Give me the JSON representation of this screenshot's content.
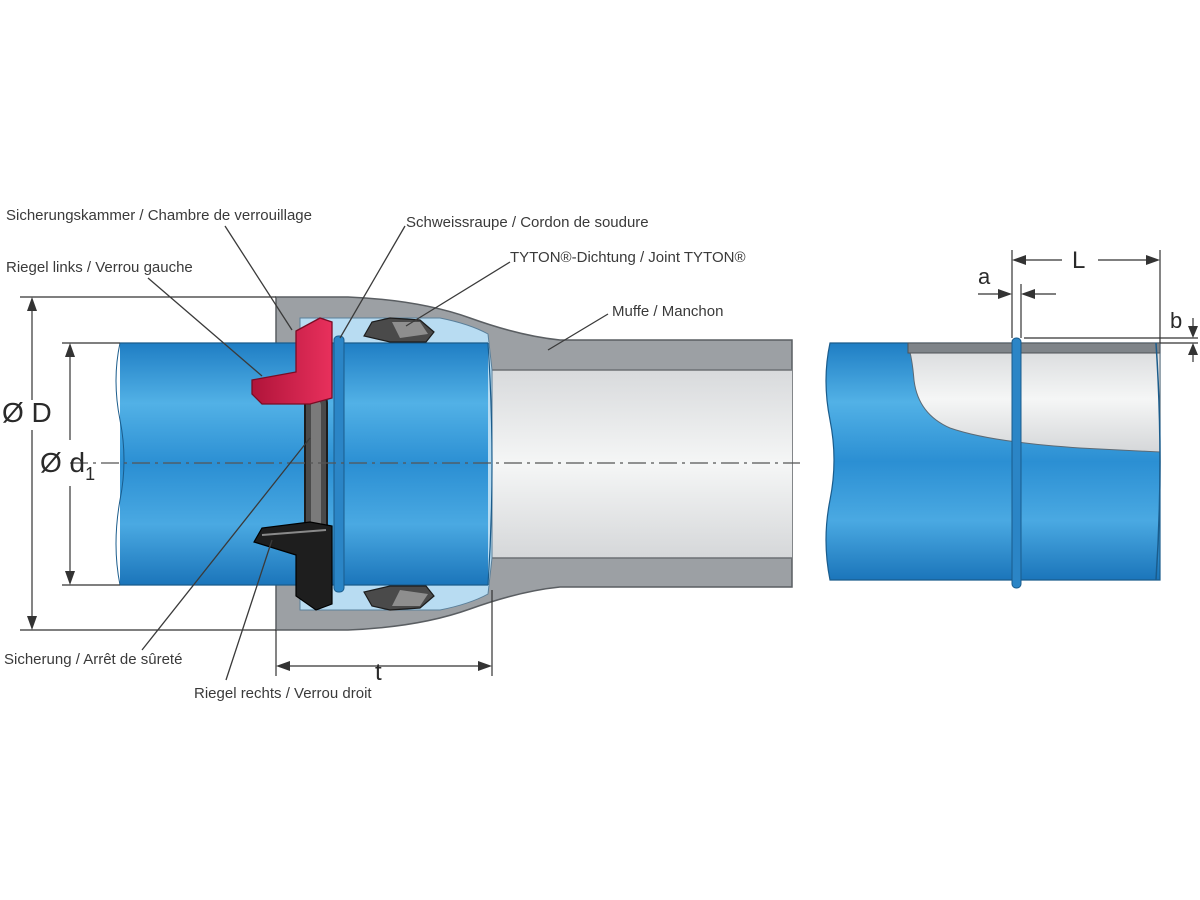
{
  "labels": {
    "sicherungskammer": "Sicherungskammer / Chambre de verrouillage",
    "riegel_links": "Riegel links / Verrou gauche",
    "schweissraupe": "Schweissraupe / Cordon de soudure",
    "tyton": "TYTON®-Dichtung / Joint TYTON®",
    "muffe": "Muffe / Manchon",
    "sicherung": "Sicherung / Arrêt de sûreté",
    "riegel_rechts": "Riegel rechts / Verrou droit"
  },
  "dimensions": {
    "outer_diameter": "Ø D",
    "inner_diameter": "Ø d",
    "inner_diameter_sub": "1",
    "socket_depth": "t",
    "bead_length": "L",
    "bead_offset": "a",
    "bead_height": "b"
  },
  "colors": {
    "pipe_blue": "#2f8fd0",
    "socket_grey": "#9a9ea2",
    "lock_red": "#d8204a",
    "lock_black": "#1e1e1e",
    "pipe_interior": "#e9eaeb"
  }
}
